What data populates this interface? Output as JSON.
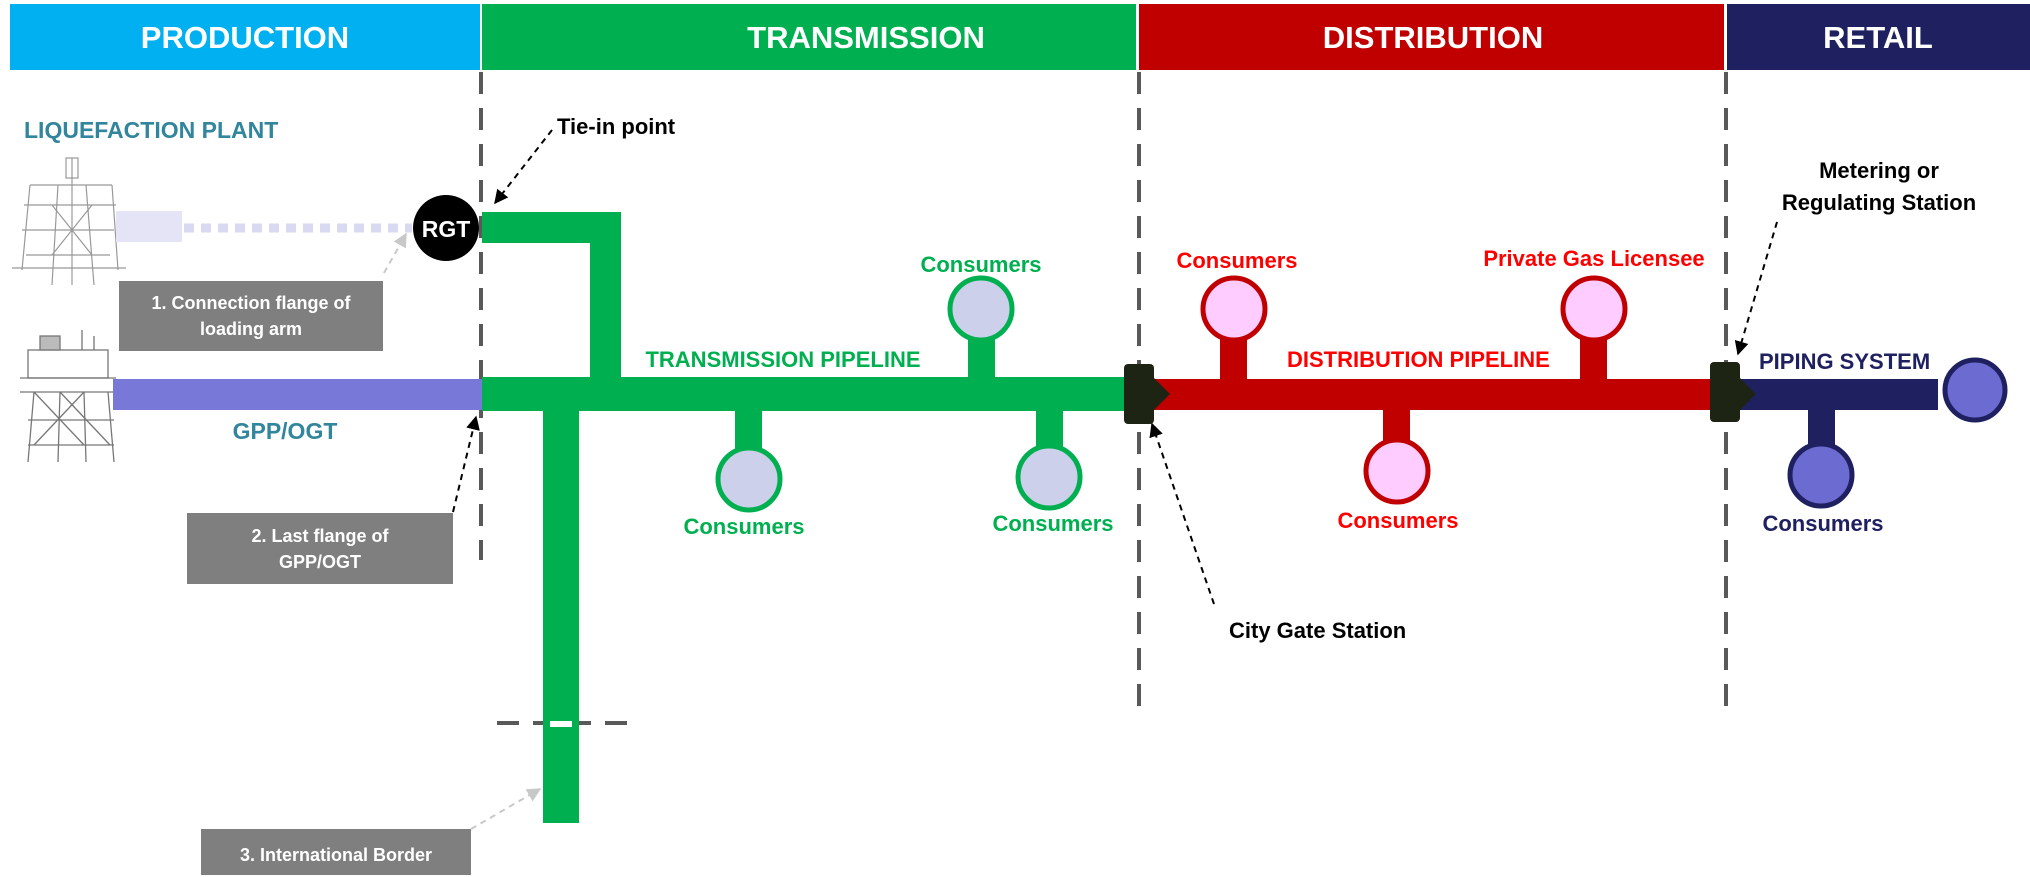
{
  "segments": {
    "production": {
      "label": "PRODUCTION",
      "color": "#00b0f0"
    },
    "transmission": {
      "label": "TRANSMISSION",
      "color": "#00b050"
    },
    "distribution": {
      "label": "DISTRIBUTION",
      "color": "#c00000"
    },
    "retail": {
      "label": "RETAIL",
      "color": "#1f2060"
    }
  },
  "production": {
    "liquefaction_plant": "LIQUEFACTION PLANT",
    "gpp_ogt": "GPP/OGT",
    "rgt": "RGT",
    "colors": {
      "teal": "#31859c",
      "lavender": "#7878d8",
      "light_lavender": "#e4e4f6"
    }
  },
  "callouts": {
    "tie_in_point": "Tie-in point",
    "connection_flange": [
      "1. Connection flange of",
      "loading arm"
    ],
    "last_flange": [
      "2. Last flange of",
      "GPP/OGT"
    ],
    "international_border": "3. International Border",
    "city_gate_station": "City Gate Station",
    "metering_station": [
      "Metering or",
      "Regulating Station"
    ],
    "box_color": "#7f7f7f"
  },
  "transmission": {
    "pipeline_label": "TRANSMISSION PIPELINE",
    "consumers": [
      "Consumers",
      "Consumers",
      "Consumers"
    ],
    "consumer_fill": "#cdd0ea"
  },
  "distribution": {
    "pipeline_label": "DISTRIBUTION PIPELINE",
    "consumers": [
      "Consumers",
      "Consumers"
    ],
    "private_gas_licensee": "Private Gas Licensee",
    "consumer_fill": "#ffccff"
  },
  "retail": {
    "piping_system": "PIPING SYSTEM",
    "consumers": "Consumers",
    "node_fill": "#6b6bd2"
  },
  "icons": [
    "liquefaction-plant-tower-icon",
    "offshore-platform-icon"
  ]
}
